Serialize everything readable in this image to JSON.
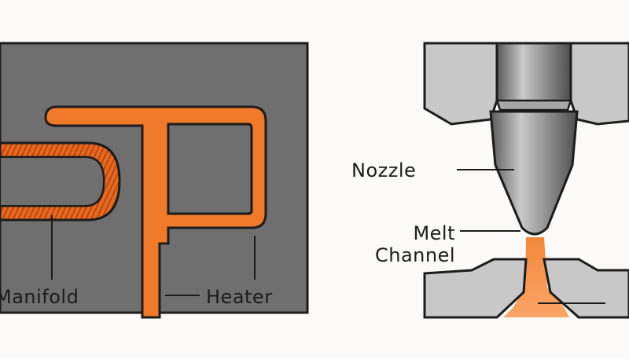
{
  "labels": {
    "manifold": "Manifold",
    "heater": "Heater",
    "nozzle": "Nozzle",
    "melt_channel_line1": "Melt",
    "melt_channel_line2": "Channel"
  },
  "colors": {
    "background": "#fbfaf8",
    "block_gray": "#6f6f6f",
    "plate_gray": "#c8c8c8",
    "melt_orange": "#f07a2a",
    "heater_coil": "#e0621c",
    "nozzle_steel": "#8a8a8a",
    "outline": "#1c1c1c"
  }
}
